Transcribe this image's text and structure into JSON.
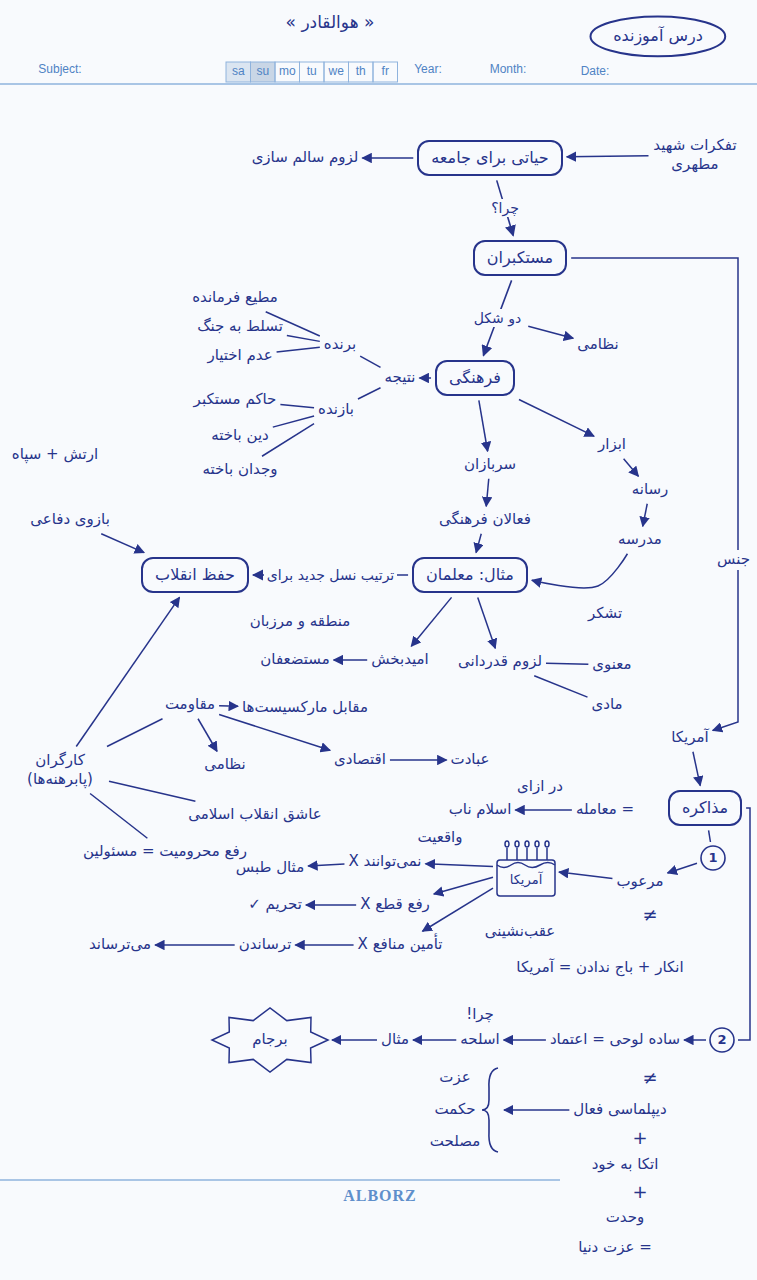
{
  "diagram": {
    "title": "« هوالقادر »",
    "nodes": [
      {
        "text": [
          "درس آموزنده"
        ]
      },
      {
        "text": [
          "حیاتی برای جامعه"
        ]
      },
      {
        "text": [
          "مستکبران"
        ]
      },
      {
        "text": [
          "فرهنگی"
        ]
      },
      {
        "text": [
          "مثال: معلمان"
        ]
      },
      {
        "text": [
          "حفظ انقلاب"
        ]
      },
      {
        "text": [
          "مذاکره"
        ]
      }
    ],
    "edges": [
      {
        "from": 1,
        "to": 2,
        "label": "چرا؟",
        "arrow": "to"
      },
      {
        "from": 2,
        "to": 3,
        "label": "دو شکل",
        "arrow": "to"
      },
      {
        "from": 4,
        "to": 5,
        "label": "ترتیب نسل جدید برای",
        "arrow": "to"
      }
    ],
    "labels": [
      "Subject:",
      "sa",
      "su",
      "mo",
      "tu",
      "we",
      "th",
      "fr",
      "Year:",
      "Month:",
      "Date:",
      "تفکرات شهید مطهری",
      "لزوم سالم سازی",
      "نظامی",
      "نتیجه",
      "برنده",
      "بازنده",
      "مطیع فرمانده",
      "تسلط به جنگ",
      "عدم اختیار",
      "حاکم مستکبر",
      "دین باخته",
      "وجدان باخته",
      "سربازان",
      "فعالان فرهنگی",
      "ابزار",
      "رسانه",
      "مدرسه",
      "ارتش + سپاه",
      "بازوی دفاعی",
      "منطقه و مرزبان",
      "تشکر",
      "امیدبخش",
      "مستضعفان",
      "لزوم قدردانی",
      "معنوی",
      "مادی",
      "کارگران (پابرهنه‌ها)",
      "مقاومت",
      "مقابل مارکسیست‌ها",
      "نظامی",
      "اقتصادی",
      "عبادت",
      "عاشق انقلاب اسلامی",
      "رفع محرومیت = مسئولین",
      "آمریکا",
      "= معامله",
      "در ازای",
      "اسلام ناب",
      "1",
      "مرعوب",
      "آمریکا",
      "واقعیت",
      "نمی‌توانند X",
      "مثال طبس",
      "رفع قطع X",
      "تحریم ✓",
      "عقب‌نشینی",
      "≠",
      "تأمین منافع X",
      "ترساندن",
      "می‌ترساند",
      "انکار + باج ندادن = آمریکا",
      "2",
      "ساده لوحی = اعتماد",
      "چرا!",
      "اسلحه",
      "مثال",
      "برجام",
      "≠",
      "دیپلماسی فعال",
      "+",
      "اتکا به خود",
      "+",
      "وحدت",
      "= عزت دنیا",
      "عزت",
      "حکمت",
      "مصلحت",
      "ALBORZ",
      "جنس"
    ]
  }
}
